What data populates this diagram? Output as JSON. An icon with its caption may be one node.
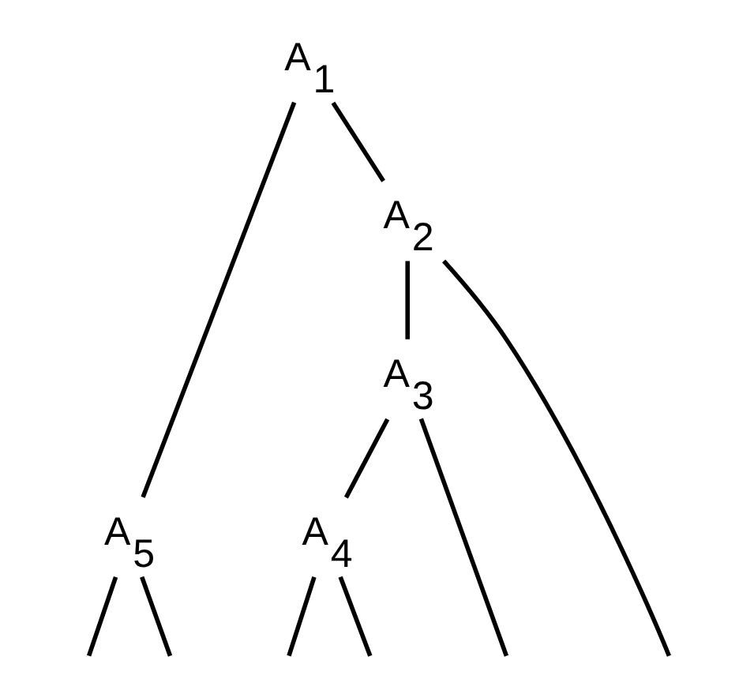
{
  "diagram": {
    "nodes": [
      {
        "text": [
          "A$_{1}$"
        ]
      },
      {
        "text": [
          "A$_{5}$"
        ]
      },
      {
        "text": [
          "A$_{2}$"
        ]
      },
      {
        "text": [
          "A$_{3}$"
        ]
      },
      {
        "text": [
          "A$_{4}$"
        ]
      }
    ],
    "edges": [
      {
        "from": 0,
        "to": 1,
        "arrow": "none"
      },
      {
        "from": 0,
        "to": 2,
        "arrow": "none"
      },
      {
        "from": 1,
        "to": null,
        "arrow": "none"
      },
      {
        "from": 1,
        "to": null,
        "arrow": "none"
      },
      {
        "from": 2,
        "to": 3,
        "arrow": "none"
      },
      {
        "from": 3,
        "to": 4,
        "arrow": "none"
      },
      {
        "from": 4,
        "to": null,
        "arrow": "none"
      },
      {
        "from": 4,
        "to": null,
        "arrow": "none"
      },
      {
        "from": 3,
        "to": null,
        "arrow": "none"
      },
      {
        "from": 2,
        "to": null,
        "arrow": "none"
      }
    ]
  }
}
